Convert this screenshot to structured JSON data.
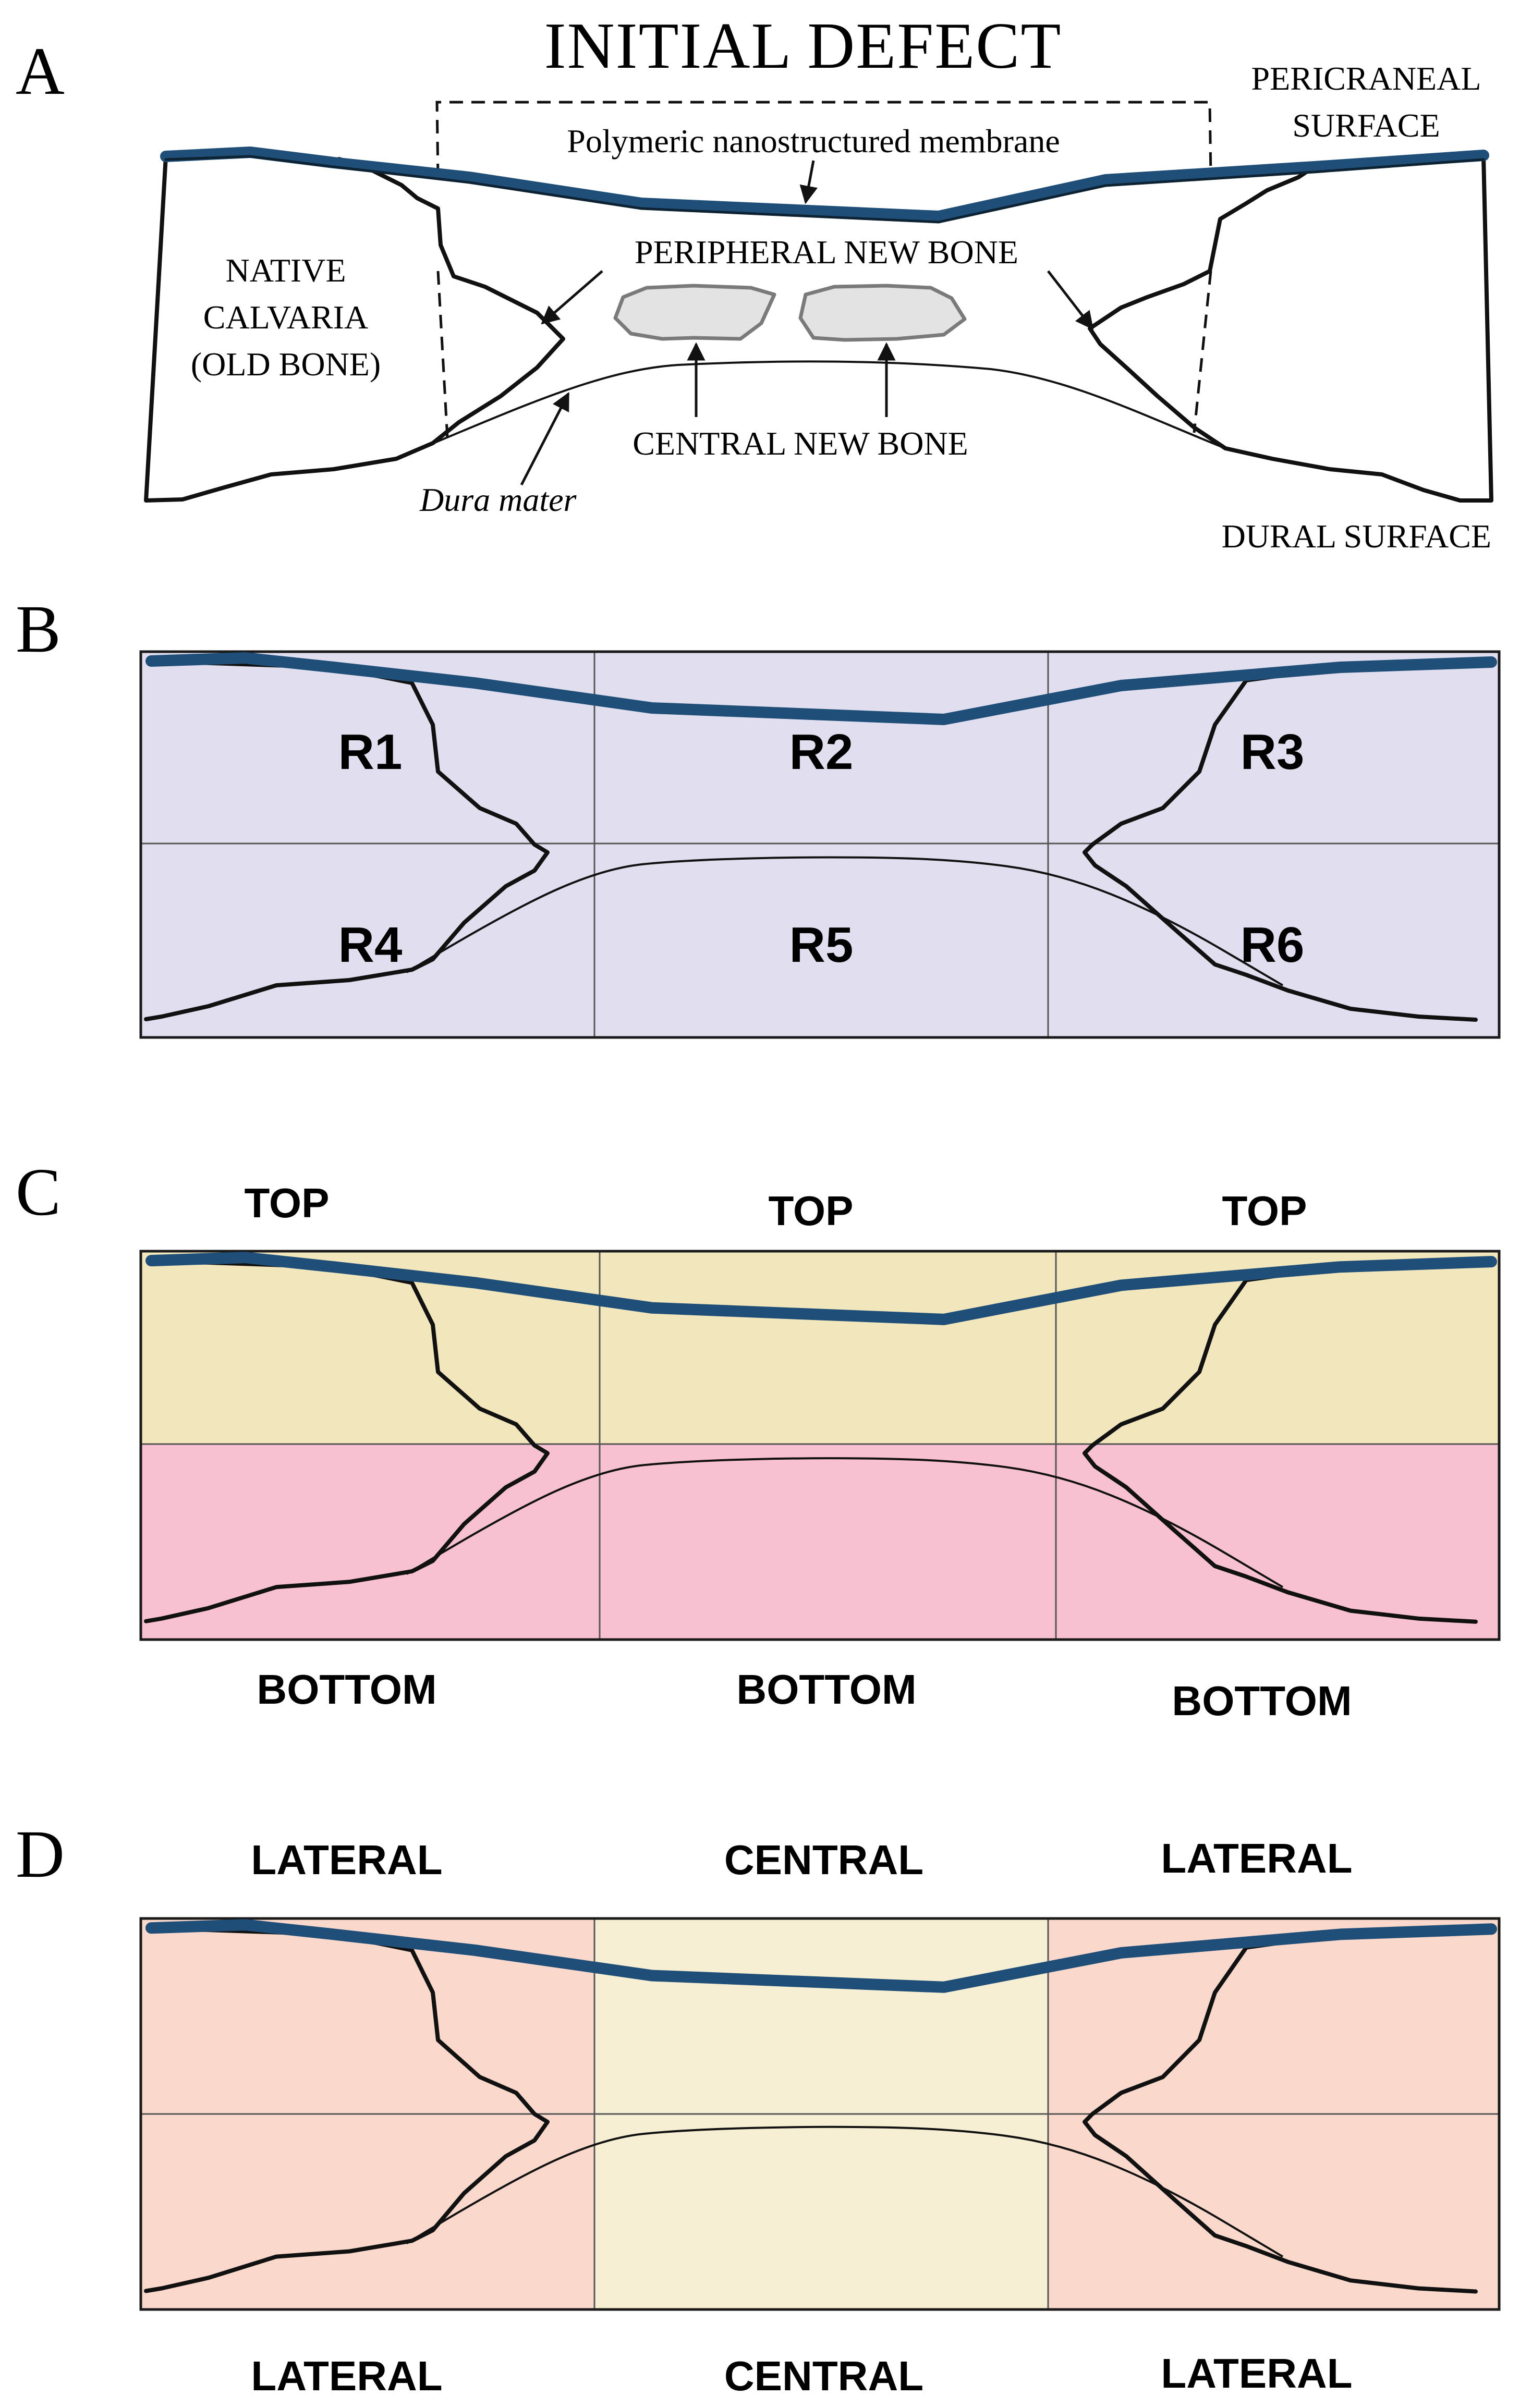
{
  "panel_a": {
    "letter": "A",
    "title": "INITIAL DEFECT",
    "membrane_label": "Polymeric nanostructured membrane",
    "pericraneal_label_line1": "PERICRANEAL",
    "pericraneal_label_line2": "SURFACE",
    "native_label_line1": "NATIVE",
    "native_label_line2": "CALVARIA",
    "native_label_line3": "(OLD BONE)",
    "peripheral_label": "PERIPHERAL NEW BONE",
    "central_label": "CENTRAL NEW BONE",
    "dura_label": "Dura mater",
    "dural_surface_label": "DURAL SURFACE"
  },
  "panel_b": {
    "letter": "B",
    "regions": [
      "R1",
      "R2",
      "R3",
      "R4",
      "R5",
      "R6"
    ],
    "fill_color": "#e0deef"
  },
  "panel_c": {
    "letter": "C",
    "top_labels": [
      "TOP",
      "TOP",
      "TOP"
    ],
    "bottom_labels": [
      "BOTTOM",
      "BOTTOM",
      "BOTTOM"
    ],
    "top_color": "#f2e6bd",
    "bottom_color": "#f8c1d1"
  },
  "panel_d": {
    "letter": "D",
    "upper_labels": [
      "LATERAL",
      "CENTRAL",
      "LATERAL"
    ],
    "lower_labels": [
      "LATERAL",
      "CENTRAL",
      "LATERAL"
    ],
    "lateral_color": "#fad8cc",
    "central_color": "#f7efd4"
  },
  "colors": {
    "membrane": "#1f4e78",
    "bone_outline": "#111111",
    "new_bone_fill": "#e3e3e3"
  }
}
